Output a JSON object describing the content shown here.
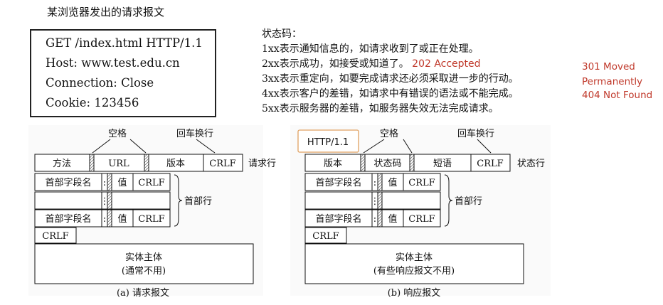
{
  "heading": "某浏览器发出的请求报文",
  "request": [
    "GET /index.html HTTP/1.1",
    "Host: www.test.edu.cn",
    "Connection: Close",
    "Cookie: 123456"
  ],
  "status": {
    "title": "状态码：",
    "lines": [
      "1xx表示通知信息的，如请求收到了或正在处理。",
      "2xx表示成功，如接受或知道了。",
      "3xx表示重定向，如要完成请求还必须采取进一步的行动。",
      "4xx表示客户的差错，如请求中有错误的语法或不能完成。",
      "5xx表示服务器的差错，如服务器失效无法完成请求。"
    ],
    "accepted": "202 Accepted",
    "moved": [
      "301 Moved",
      "Permanently"
    ],
    "not_found": "404 Not Found"
  },
  "diagram_a": {
    "space_label": "空格",
    "crlf_label": "回车换行",
    "fields": [
      "方法",
      "URL",
      "版本",
      "CRLF"
    ],
    "row_label": "请求行",
    "header_field": "首部字段名",
    "colon": ":",
    "value": "值",
    "crlf": "CRLF",
    "dots": "⋮",
    "header_label": "首部行",
    "body": [
      "实体主体",
      "(通常不用)"
    ],
    "caption": "(a) 请求报文"
  },
  "diagram_b": {
    "version_tag": "HTTP/1.1",
    "space_label": "空格",
    "crlf_label": "回车换行",
    "fields": [
      "版本",
      "状态码",
      "短语",
      "CRLF"
    ],
    "row_label": "状态行",
    "header_field": "首部字段名",
    "colon": ":",
    "value": "值",
    "crlf": "CRLF",
    "dots": "⋮",
    "header_label": "首部行",
    "body": [
      "实体主体",
      "(有些响应报文不用)"
    ],
    "caption": "(b) 响应报文"
  }
}
